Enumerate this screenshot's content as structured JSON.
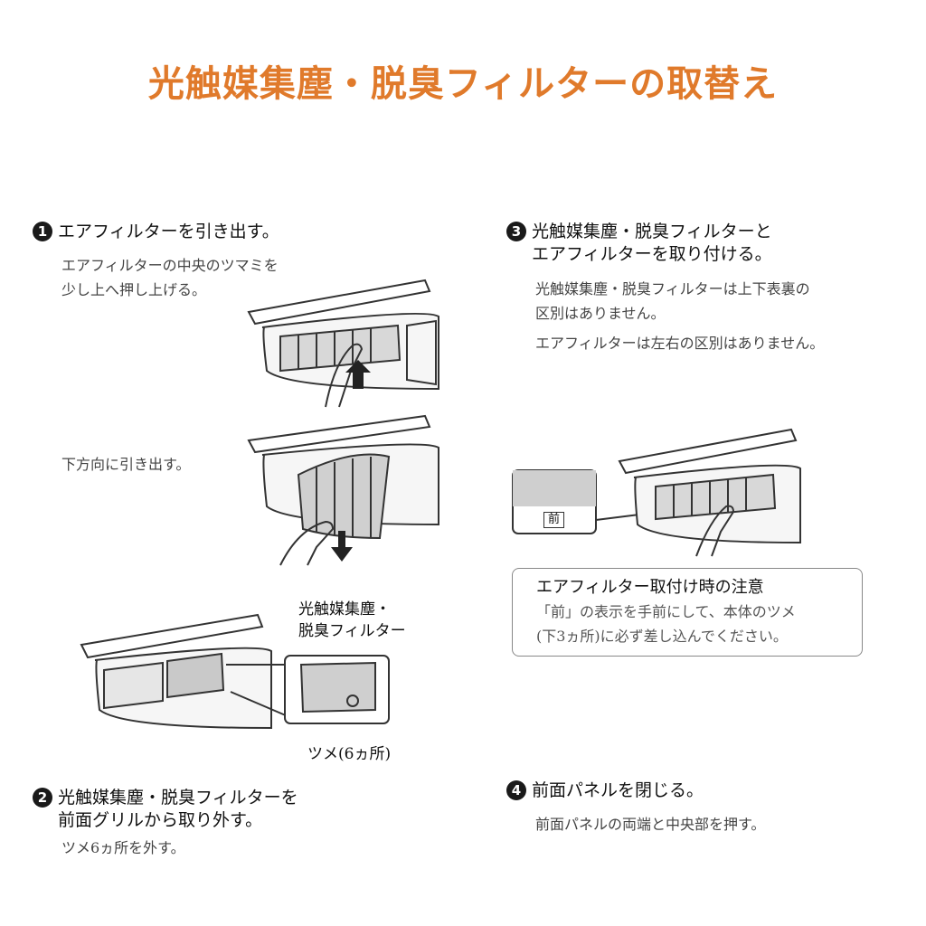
{
  "title": "光触媒集塵・脱臭フィルターの取替え",
  "step1": {
    "num": "1",
    "heading": "エアフィルターを引き出す。",
    "desc1": "エアフィルターの中央のツマミを",
    "desc2": "少し上へ押し上げる。",
    "desc3": "下方向に引き出す。"
  },
  "step2": {
    "num": "2",
    "heading1": "光触媒集塵・脱臭フィルターを",
    "heading2": "前面グリルから取り外す。",
    "desc": "ツメ6ヵ所を外す。",
    "label1": "光触媒集塵・",
    "label2": "脱臭フィルター",
    "tab_label": "ツメ(6ヵ所)"
  },
  "step3": {
    "num": "3",
    "heading1": "光触媒集塵・脱臭フィルターと",
    "heading2": "エアフィルターを取り付ける。",
    "desc1": "光触媒集塵・脱臭フィルターは上下表裏の",
    "desc2": "区別はありません。",
    "desc3": "エアフィルターは左右の区別はありません。",
    "front_label": "前"
  },
  "note": {
    "title": "エアフィルター取付け時の注意",
    "line1": "「前」の表示を手前にして、本体のツメ",
    "line2": "(下3ヵ所)に必ず差し込んでください。"
  },
  "step4": {
    "num": "4",
    "heading": "前面パネルを閉じる。",
    "desc": "前面パネルの両端と中央部を押す。"
  },
  "colors": {
    "title": "#e07a2b",
    "filter_gray": "#c9c9c9",
    "line": "#333333"
  }
}
